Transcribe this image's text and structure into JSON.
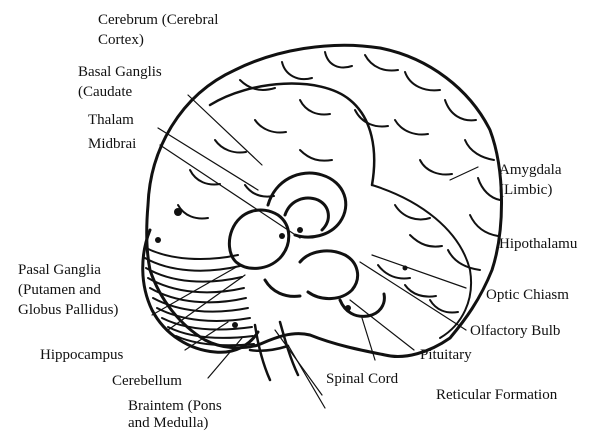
{
  "labels": {
    "cerebrum_1": "Cerebrum (Cerebral",
    "cerebrum_2": "Cortex)",
    "basal_1": "Basal Ganglis",
    "basal_2": "(Caudate",
    "thalam": "Thalam",
    "midbrai": "Midbrai",
    "amygdala_1": "Amygdala",
    "amygdala_2": "(Limbic)",
    "hipothalamu": "Hipothalamu",
    "pasal_1": "Pasal Ganglia",
    "pasal_2": "(Putamen and",
    "pasal_3": "Globus Pallidus)",
    "optic": "Optic Chiasm",
    "olfactory": "Olfactory Bulb",
    "pituitary": "Pituitary",
    "hippocampus": "Hippocampus",
    "cerebellum": "Cerebellum",
    "spinal": "Spinal  Cord",
    "reticular": "Reticular Formation",
    "braintem_1": "Braintem (Pons",
    "braintem_2": "and Medulla)"
  },
  "colors": {
    "ink": "#111111",
    "background": "#ffffff"
  }
}
